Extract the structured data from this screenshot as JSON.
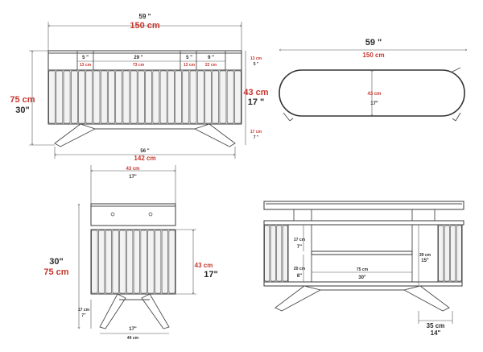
{
  "colors": {
    "inch_text": "#2b2b2b",
    "cm_text": "#c7362e",
    "line": "#4a4a4a"
  },
  "front": {
    "total_width_in": "59 \"",
    "total_width_cm": "150 cm",
    "drawer_1_in": "5 \"",
    "drawer_1_cm": "13 cm",
    "middle_in": "29 \"",
    "middle_cm": "73 cm",
    "drawer_2_in": "5 \"",
    "drawer_2_cm": "13 cm",
    "drawer_3_in": "9 \"",
    "drawer_3_cm": "22 cm",
    "top_h_cm": "13 cm",
    "top_h_in": "5 \"",
    "body_h_cm": "43 cm",
    "body_h_in": "17 \"",
    "leg_h_cm": "17 cm",
    "leg_h_in": "7 \"",
    "total_h_cm": "75 cm",
    "total_h_in": "30\"",
    "leg_span_in": "56 \"",
    "leg_span_cm": "142 cm"
  },
  "top": {
    "width_in": "59 \"",
    "width_cm": "150 cm",
    "depth_cm": "43 cm",
    "depth_in": "17\""
  },
  "side": {
    "depth_cm": "43 cm",
    "depth_in": "17\"",
    "total_h_in": "30\"",
    "total_h_cm": "75 cm",
    "body_h_cm": "43 cm",
    "body_h_in": "17\"",
    "leg_h_cm": "17 cm",
    "leg_h_in": "7\"",
    "leg_span_in": "17\"",
    "leg_span_cm": "44 cm"
  },
  "back": {
    "shelf_gap_cm": "17 cm",
    "shelf_gap_in": "7\"",
    "shelf_low_cm": "20 cm",
    "shelf_low_in": "8\"",
    "shelf_w_cm": "75 cm",
    "shelf_w_in": "30\"",
    "inner_h_cm": "39 cm",
    "inner_h_in": "15\"",
    "leg_w_cm": "35 cm",
    "leg_w_in": "14\""
  }
}
